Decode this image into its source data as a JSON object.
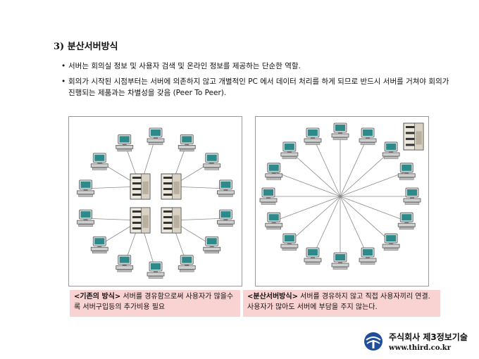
{
  "section": {
    "number": "3)",
    "title": "분산서버방식"
  },
  "bullets": [
    {
      "text": "서버는 회의실 정보 및 사용자 검색 및 온라인 정보를 제공하는 단순한 역할."
    },
    {
      "text": "회의가 시작된 시점부터는 서버에 의존하지 않고 개별적인 PC 에서 데이터 처리를 하게 되므로 반드시 서버를 거쳐야 회의가 진행되는 제품과는 차별성을 갖음 (Peer To Peer)."
    }
  ],
  "diagrams": {
    "left": {
      "pc_count": 14,
      "server_count": 4,
      "name": ""
    },
    "right": {
      "pc_count": 16,
      "server_count": 1,
      "name": ""
    }
  },
  "captions": {
    "left": {
      "lead": "<기존의 방식>",
      "text": " 서버를 경유함으로써 사용자가 많을수록 서버구입등의 추가비용 필요"
    },
    "right": {
      "lead": "<분산서버방식>",
      "text": " 서버를 경유하지 않고 직접 사용자끼리 연결. 사용자가 많아도 서버에 부담을 주지 않는다."
    }
  },
  "logo": {
    "company": "주식회사 제3정보기술",
    "url": "www.third.co.kr"
  },
  "colors": {
    "caption_bg": "#f9d2d2",
    "line": "#8a8a8a",
    "logo_blue": "#1f4e9a"
  }
}
